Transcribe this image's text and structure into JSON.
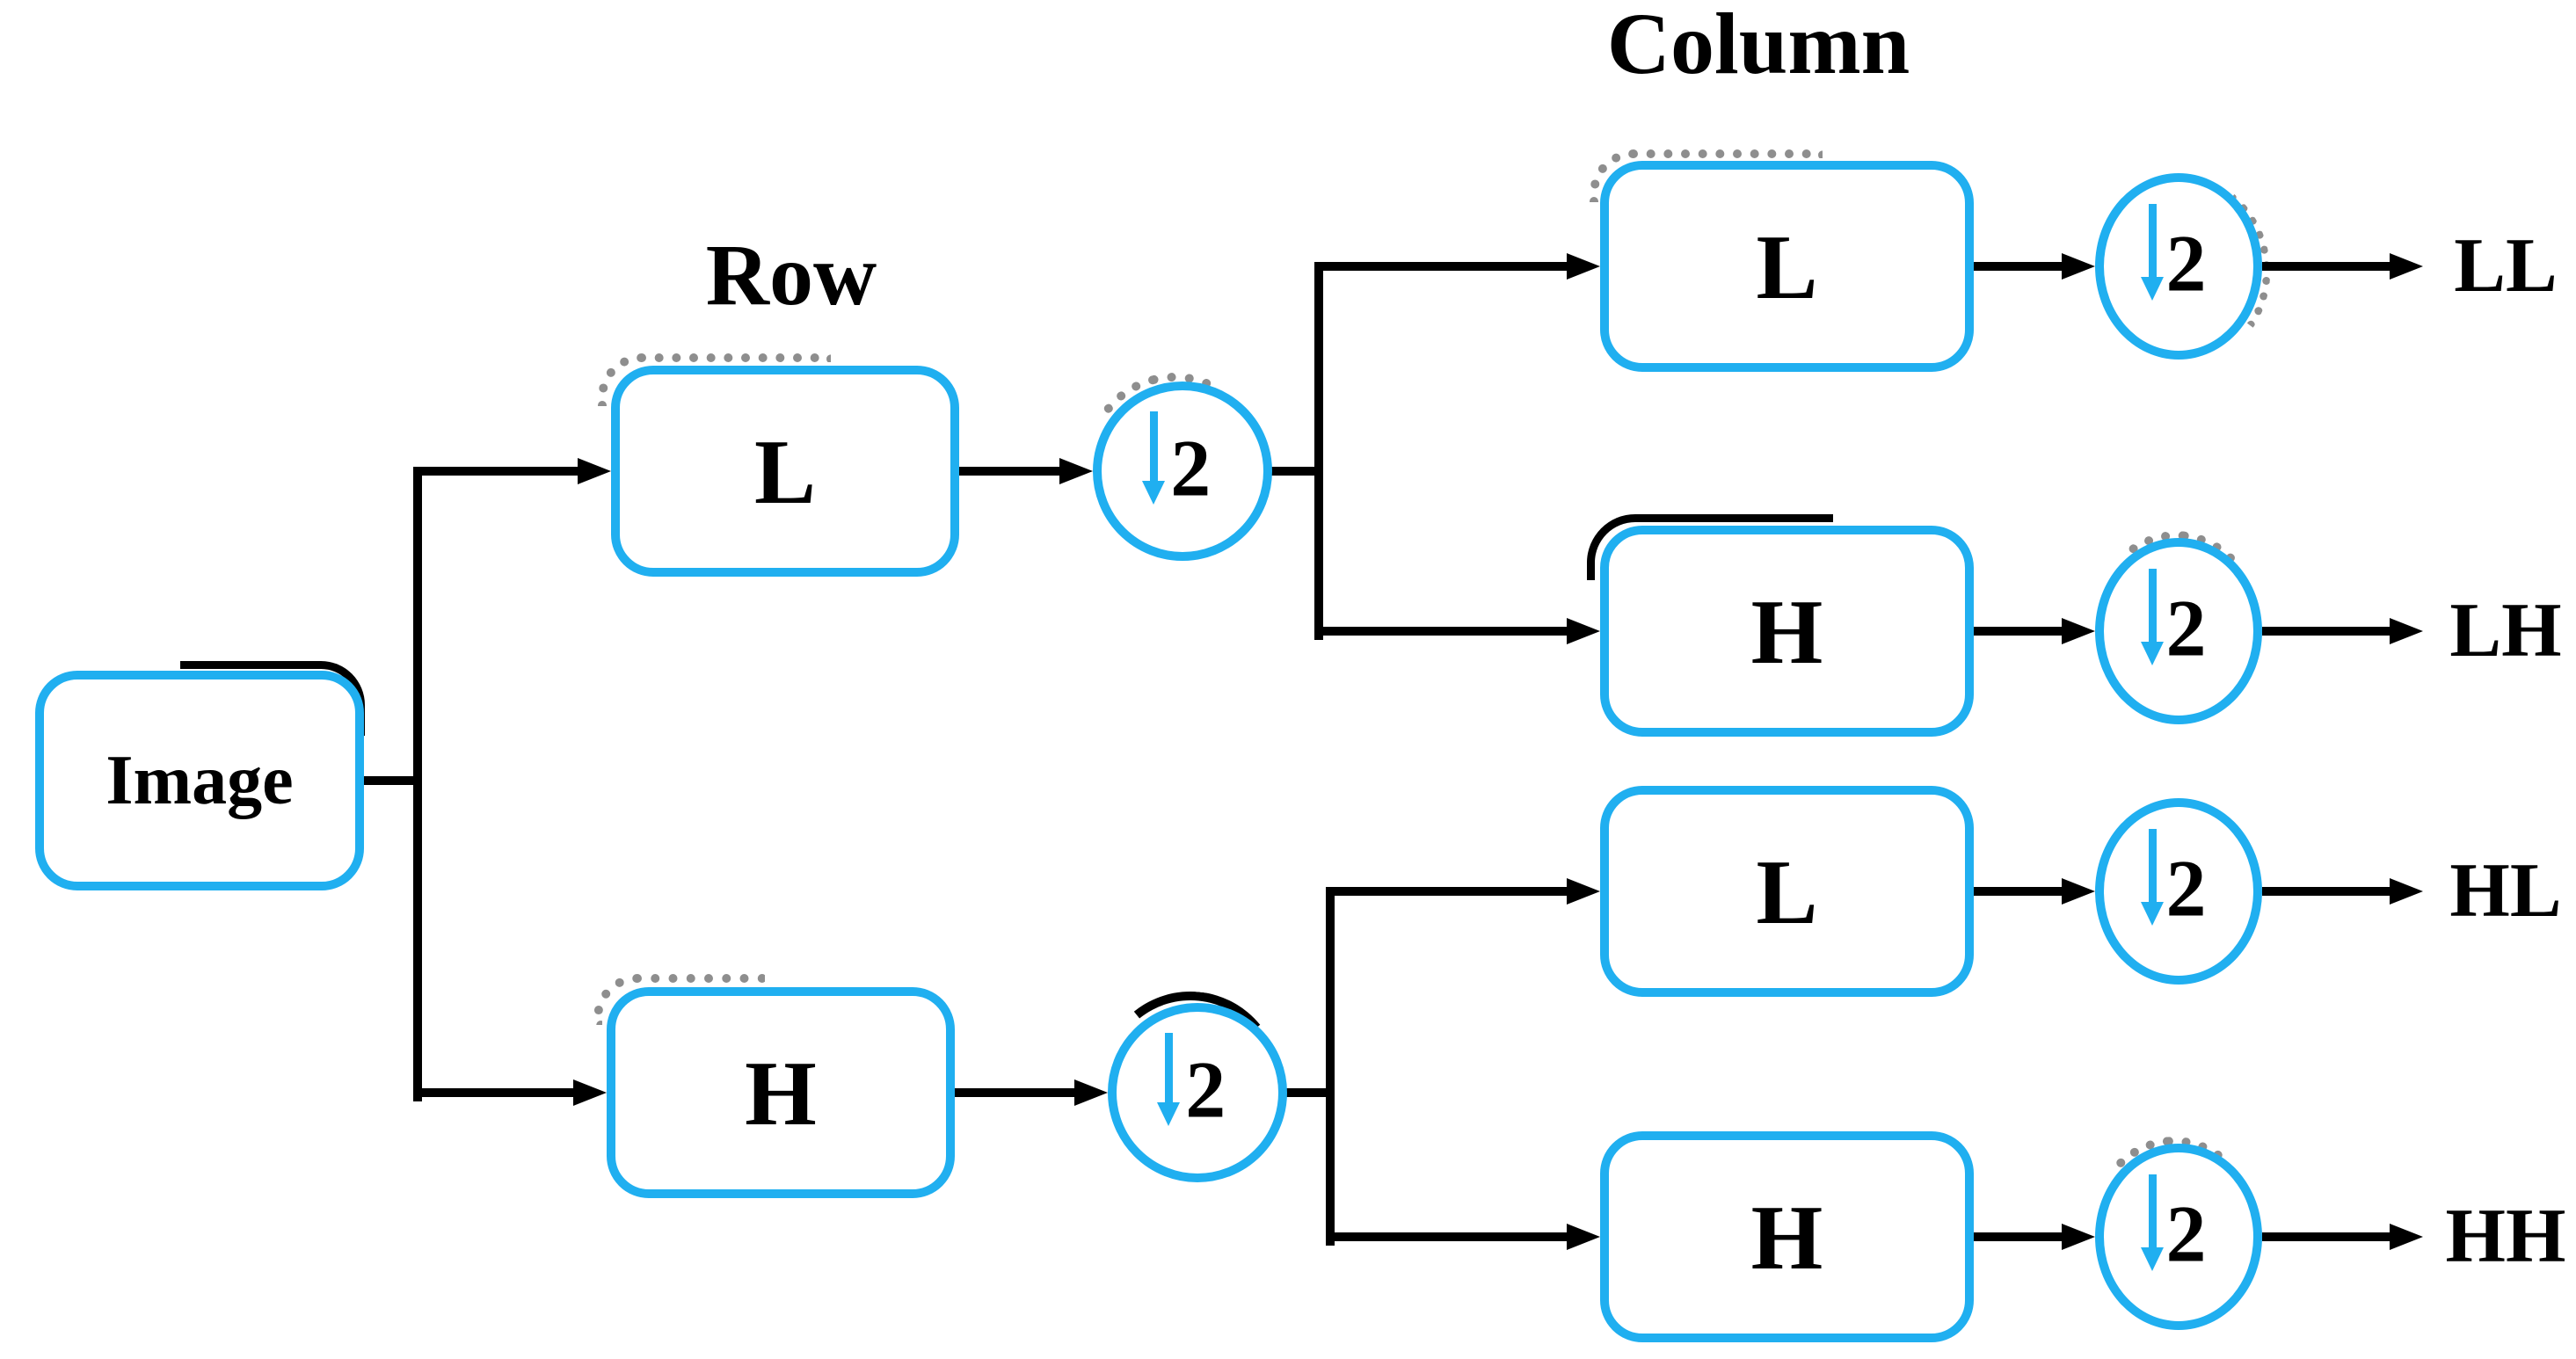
{
  "figure": {
    "stage_labels": {
      "row": "Row",
      "column": "Column"
    },
    "source": {
      "label": "Image"
    },
    "row_stage": {
      "low": {
        "label": "L"
      },
      "high": {
        "label": "H"
      }
    },
    "column_stage": {
      "ll_filter": {
        "label": "L"
      },
      "lh_filter": {
        "label": "H"
      },
      "hl_filter": {
        "label": "L"
      },
      "hh_filter": {
        "label": "H"
      }
    },
    "downsample": {
      "factor": "2",
      "icon": "down-arrow-icon"
    },
    "outputs": {
      "ll": {
        "label": "LL"
      },
      "lh": {
        "label": "LH"
      },
      "hl": {
        "label": "HL"
      },
      "hh": {
        "label": "HH"
      }
    },
    "colors": {
      "accent": "#20aff0",
      "line": "#000000",
      "text": "#000000",
      "shadow": "#8e8e8e"
    }
  }
}
